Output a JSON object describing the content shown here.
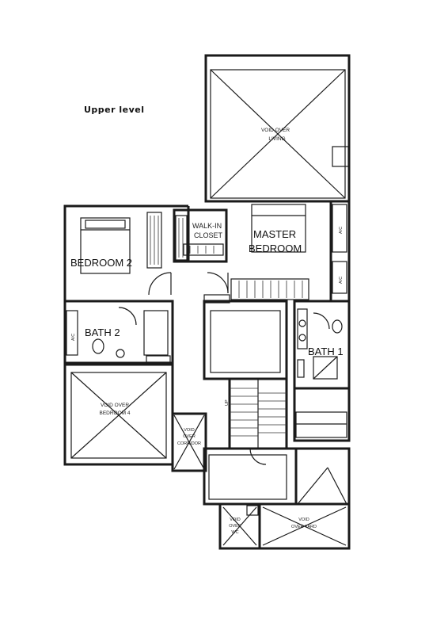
{
  "title": "Upper level",
  "rooms": {
    "bedroom2": "BEDROOM 2",
    "master_line1": "MASTER",
    "master_line2": "BEDROOM",
    "walkin_line1": "WALK-IN",
    "walkin_line2": "CLOSET",
    "bath1": "BATH 1",
    "bath2": "BATH 2"
  },
  "voids": {
    "living_line1": "VOID OVER",
    "living_line2": "LIVING",
    "bedroom4_line1": "VOID OVER",
    "bedroom4_line2": "BEDROOM 4",
    "corridor_line1": "VOID",
    "corridor_line2": "OVER",
    "corridor_line3": "CORRIDOR",
    "wc_line1": "VOID",
    "wc_line2": "OVER",
    "wc_line3": "WC",
    "yard_line1": "VOID",
    "yard_line2": "OVER YARD"
  },
  "markers": {
    "ac1": "A/C",
    "ac2": "A/C",
    "ac3": "A/C",
    "up": "UP"
  }
}
